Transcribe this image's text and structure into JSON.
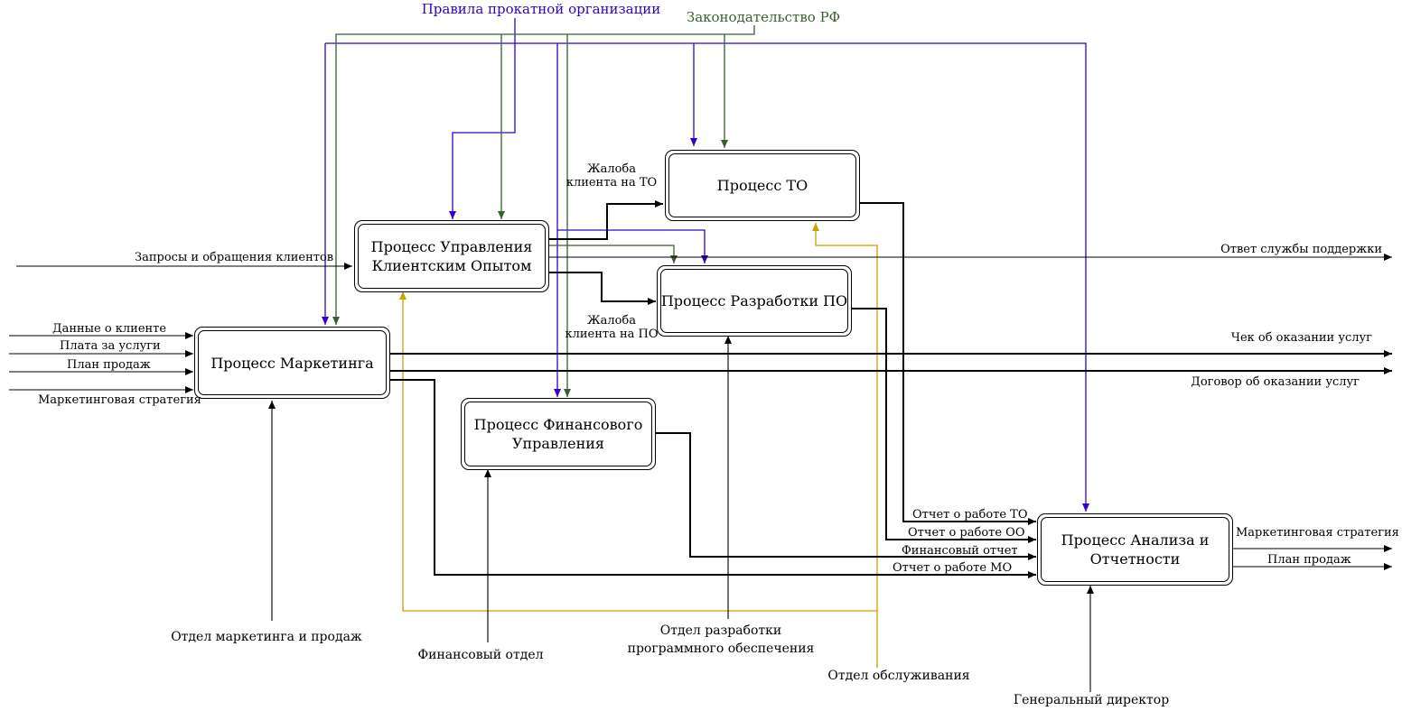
{
  "colors": {
    "purple": "#3300cc",
    "green": "#3a5f2f",
    "gold": "#c8a000",
    "black": "#000000"
  },
  "processes": {
    "to": "Процесс ТО",
    "cx": "Процесс Управления\nКлиентским Опытом",
    "dev": "Процесс Разработки ПО",
    "mkt": "Процесс Маркетинга",
    "fin": "Процесс Финансового\nУправления",
    "an": "Процесс Анализа и\nОтчетности"
  },
  "controls": {
    "rules": "Правила прокатной организации",
    "law": "Законодательство РФ"
  },
  "inputs": {
    "requests": "Запросы и обращения клиентов",
    "client_data": "Данные о клиенте",
    "payment": "Плата за услуги",
    "sales_plan": "План продаж",
    "mkt_strategy": "Маркетинговая стратегия"
  },
  "outputs": {
    "support_answer": "Ответ службы поддержки",
    "receipt": "Чек об оказании услуг",
    "contract": "Договор об оказании услуг",
    "mkt_strategy": "Маркетинговая стратегия",
    "sales_plan": "План продаж"
  },
  "flows": {
    "complaint_to": "Жалоба\nклиента на ТО",
    "complaint_dev": "Жалоба\nклиента на ПО",
    "report_to": "Отчет о работе ТО",
    "report_oo": "Отчет о работе ОО",
    "fin_report": "Финансовый отчет",
    "report_mo": "Отчет о работе МО"
  },
  "mechanisms": {
    "mkt_dept": "Отдел маркетинга и продаж",
    "fin_dept": "Финансовый отдел",
    "dev_dept": "Отдел разработки\nпрограммного обеспечения",
    "service_dept": "Отдел обслуживания",
    "ceo": "Генеральный директор"
  }
}
